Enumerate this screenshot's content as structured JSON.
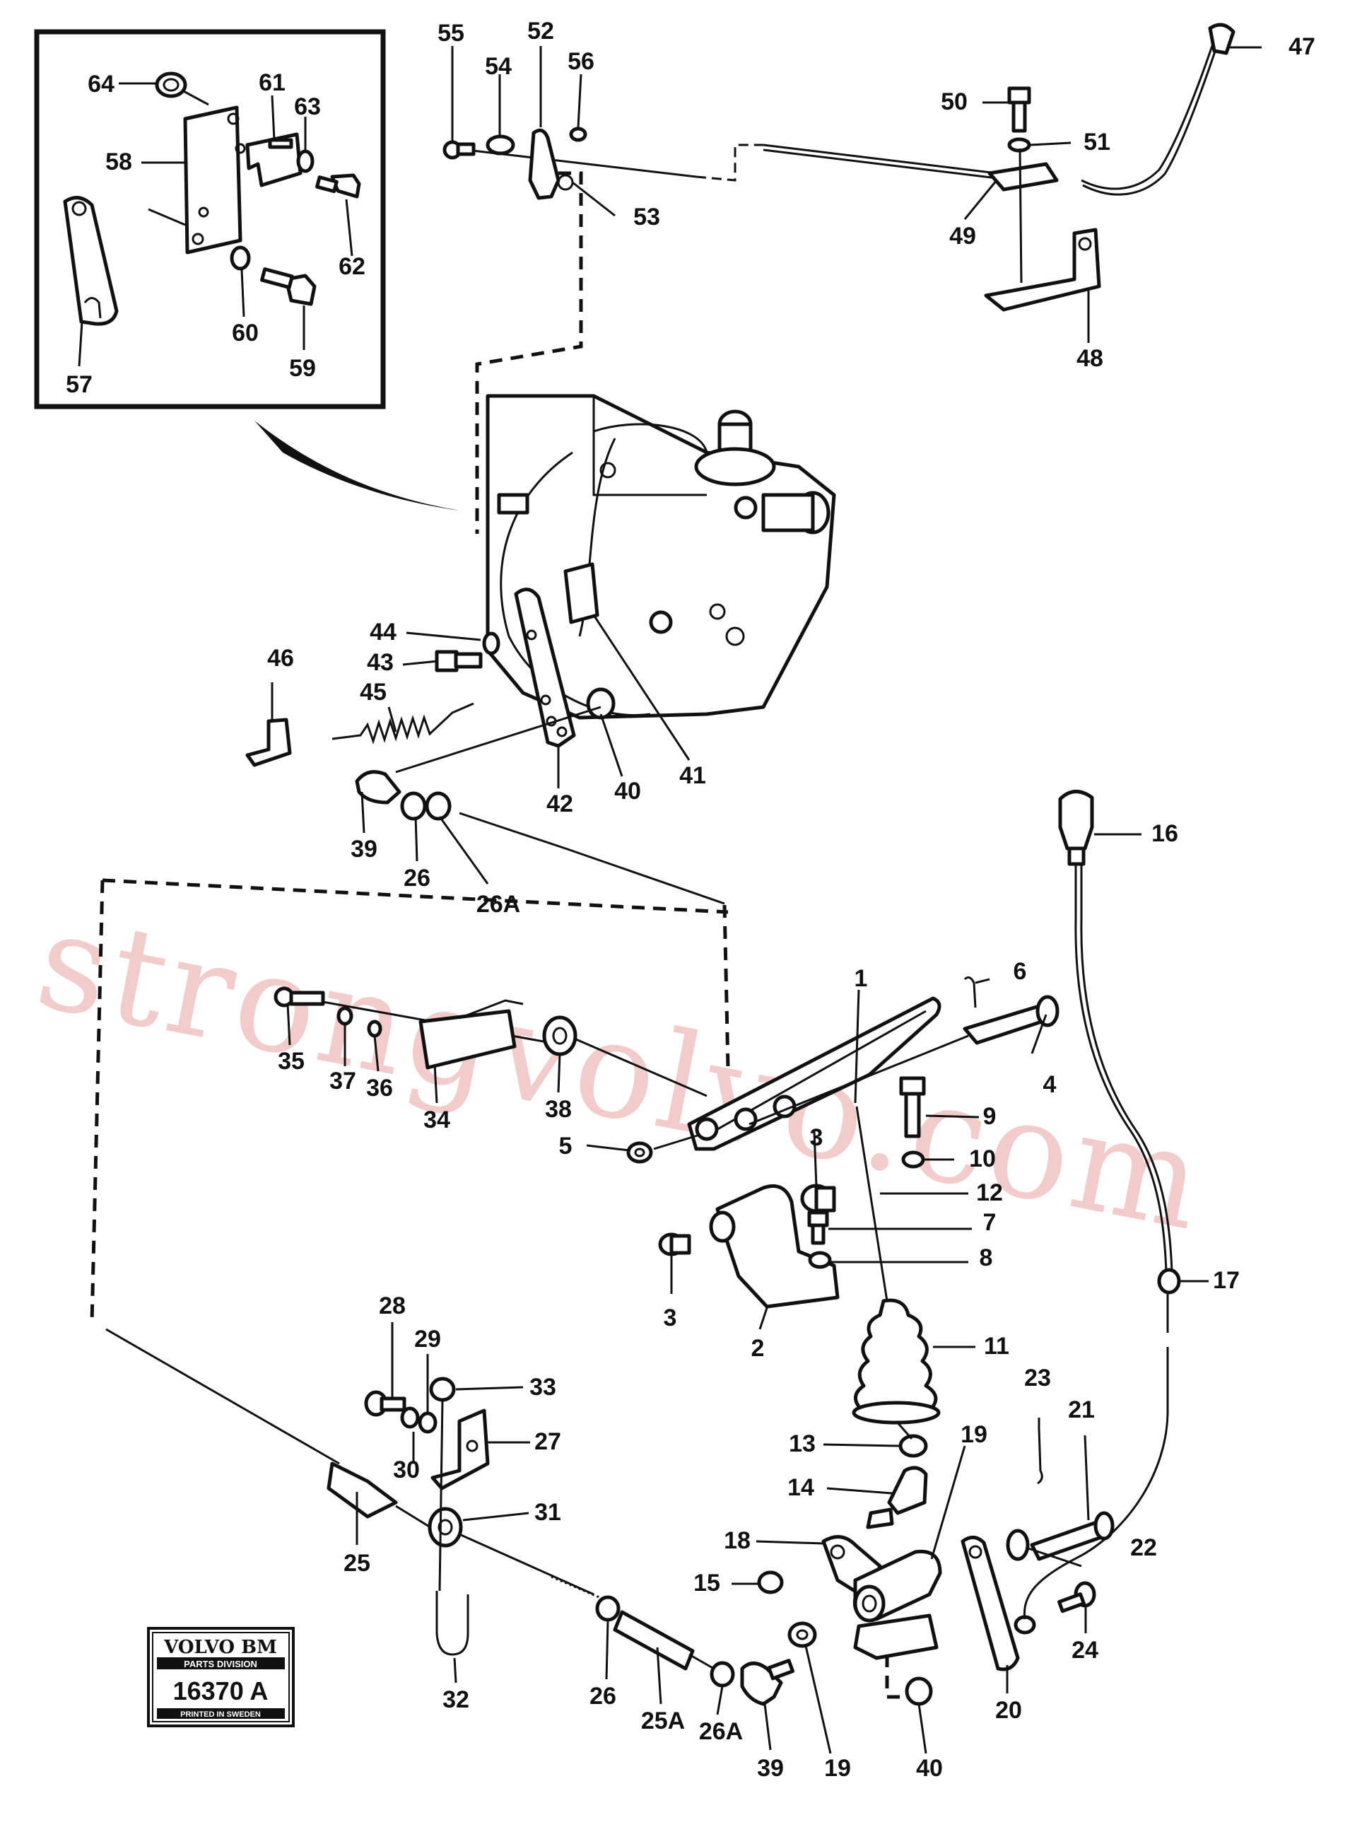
{
  "watermark": "strongvolvo.com",
  "stamp": {
    "brand": "VOLVO BM",
    "division": "PARTS DIVISION",
    "code": "16370 A",
    "printed": "PRINTED IN SWEDEN"
  },
  "labels": {
    "l1": "1",
    "l2": "2",
    "l3a": "3",
    "l3b": "3",
    "l4": "4",
    "l5": "5",
    "l6": "6",
    "l7": "7",
    "l8": "8",
    "l9": "9",
    "l10": "10",
    "l11": "11",
    "l12": "12",
    "l13": "13",
    "l14": "14",
    "l15": "15",
    "l16": "16",
    "l17": "17",
    "l18": "18",
    "l19a": "19",
    "l19b": "19",
    "l20": "20",
    "l21": "21",
    "l22": "22",
    "l23": "23",
    "l24": "24",
    "l25": "25",
    "l25a": "25A",
    "l26a": "26",
    "l26b": "26",
    "l26aa": "26A",
    "l26ab": "26A",
    "l27": "27",
    "l28": "28",
    "l29": "29",
    "l30": "30",
    "l31": "31",
    "l32": "32",
    "l33": "33",
    "l34": "34",
    "l35": "35",
    "l36": "36",
    "l37": "37",
    "l38": "38",
    "l39a": "39",
    "l39b": "39",
    "l40a": "40",
    "l40b": "40",
    "l41": "41",
    "l42": "42",
    "l43": "43",
    "l44": "44",
    "l45": "45",
    "l46": "46",
    "l47": "47",
    "l48": "48",
    "l49": "49",
    "l50": "50",
    "l51": "51",
    "l52": "52",
    "l53": "53",
    "l54": "54",
    "l55": "55",
    "l56": "56",
    "l57": "57",
    "l58": "58",
    "l59": "59",
    "l60": "60",
    "l61": "61",
    "l62": "62",
    "l63": "63",
    "l64": "64"
  }
}
